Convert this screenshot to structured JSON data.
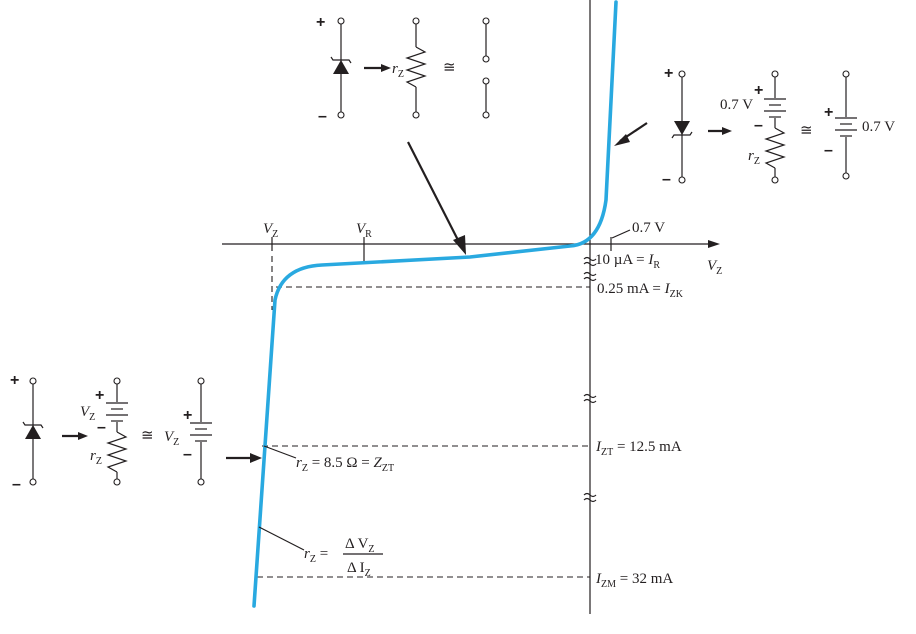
{
  "axes": {
    "x_label": "V",
    "x_label_sub": "Z"
  },
  "voltage_marks": {
    "vz": {
      "main": "V",
      "sub": "Z"
    },
    "vr": {
      "main": "V",
      "sub": "R"
    },
    "forward": "0.7 V"
  },
  "current_levels": {
    "ir": {
      "value": "10 µA = ",
      "main": "I",
      "sub": "R"
    },
    "izk": {
      "value": "0.25 mA = ",
      "main": "I",
      "sub": "ZK"
    },
    "izt": {
      "main": "I",
      "sub": "ZT",
      "value": " = 12.5 mA"
    },
    "izm": {
      "main": "I",
      "sub": "ZM",
      "value": " = 32 mA"
    }
  },
  "resistance": {
    "rz_main": "r",
    "rz_sub": "Z",
    "rz_value": " = 8.5 Ω = ",
    "zzt_main": "Z",
    "zzt_sub": "ZT",
    "formula_lhs": " = ",
    "numerator_main": "Δ V",
    "numerator_sub": "Z",
    "denominator_main": "Δ I",
    "denominator_sub": "Z"
  },
  "equivalents": {
    "approx_symbol": "≅",
    "plus": "+",
    "minus": "–",
    "forward_voltage": "0.7 V",
    "zener_voltage_main": "V",
    "zener_voltage_sub": "Z",
    "rz_main": "r",
    "rz_sub": "Z"
  },
  "colors": {
    "characteristic_curve": "#29a9e0",
    "ink": "#231f20"
  }
}
